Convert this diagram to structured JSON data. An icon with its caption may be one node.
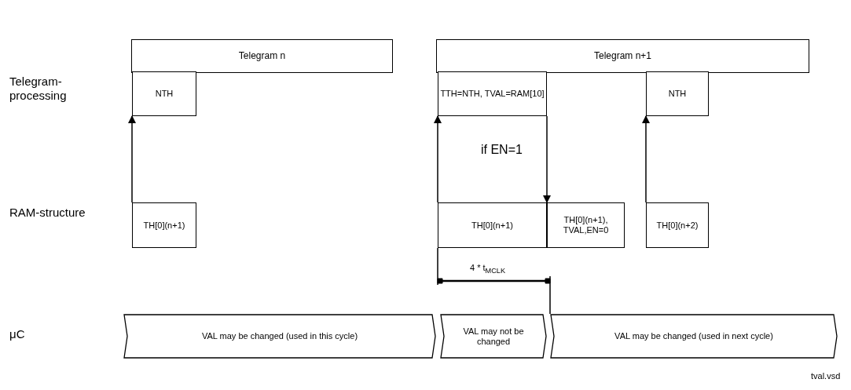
{
  "diagram": {
    "nodes": [
      {
        "text": [
          "Telegram n"
        ]
      },
      {
        "text": [
          "Telegram n+1"
        ]
      },
      {
        "text": [
          "NTH"
        ]
      },
      {
        "text": [
          "TTH=NTH, TVAL=RAM[10]"
        ]
      },
      {
        "text": [
          "NTH"
        ]
      },
      {
        "text": [
          "TH[0](n+1)"
        ]
      },
      {
        "text": [
          "TH[0](n+1)"
        ]
      },
      {
        "text": [
          "TH[0](n+1), TVAL,EN=0"
        ]
      },
      {
        "text": [
          "TH[0](n+2)"
        ]
      },
      {
        "text": [
          "VAL may be changed (used in this cycle)"
        ]
      },
      {
        "text": [
          "VAL may not be changed"
        ]
      },
      {
        "text": [
          "VAL may be changed (used in next cycle)"
        ]
      }
    ],
    "edges": [
      {
        "from": 5,
        "to": 2,
        "arrow": "to"
      },
      {
        "from": 6,
        "to": 3,
        "arrow": "to"
      },
      {
        "from": 3,
        "to": 7,
        "arrow": "to",
        "label": "if EN=1"
      },
      {
        "from": 8,
        "to": 4,
        "arrow": "to"
      }
    ],
    "labels": [
      "Telegram-processing",
      "RAM-structure",
      "4 * t$_{MCLK}$",
      "μC",
      "tval.vsd"
    ]
  }
}
